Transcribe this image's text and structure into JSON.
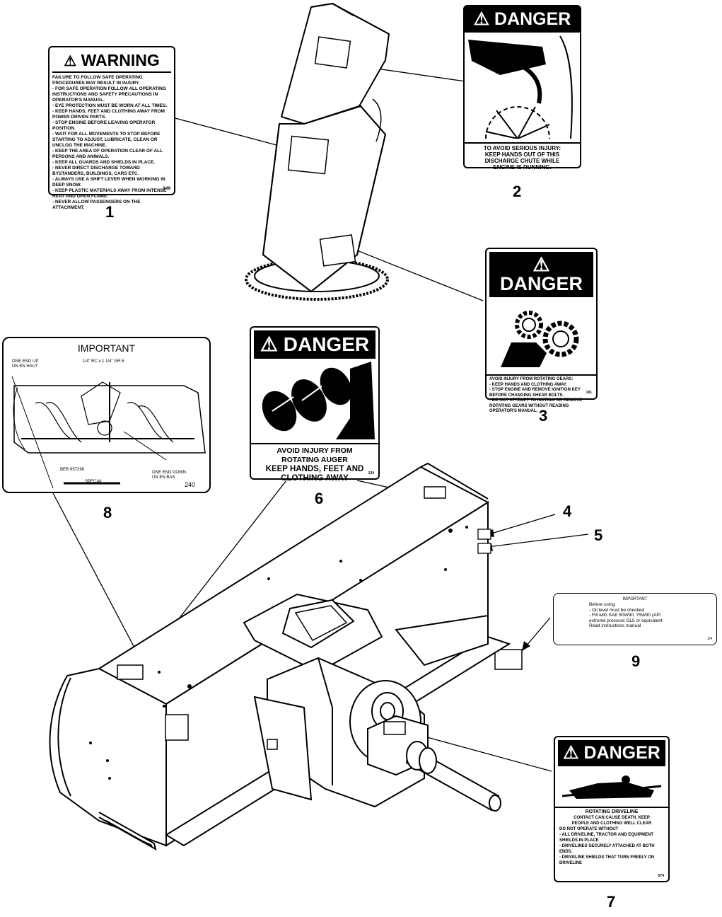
{
  "callouts": [
    "1",
    "2",
    "3",
    "4",
    "5",
    "6",
    "7",
    "8",
    "9"
  ],
  "decal1": {
    "header": "WARNING",
    "lines": [
      "FAILURE TO FOLLOW SAFE OPERATING PROCEDURES MAY RESULT IN INJURY.",
      "- FOR SAFE OPERATION FOLLOW ALL OPERATING INSTRUCTIONS AND SAFETY PRECAUTIONS IN OPERATOR'S MANUAL.",
      "- EYE PROTECTION MUST BE WORN AT ALL TIMES.",
      "- KEEP HANDS, FEET AND CLOTHING AWAY FROM POWER DRIVEN PARTS.",
      "- STOP ENGINE BEFORE LEAVING OPERATOR POSITION.",
      "- WAIT FOR ALL MOVEMENTS TO STOP BEFORE STARTING TO ADJUST, LUBRICATE, CLEAN OR UNCLOG THE MACHINE.",
      "- KEEP THE AREA OF OPERATION CLEAR OF ALL PERSONS AND ANIMALS.",
      "- KEEP ALL GUARDS AND SHIELDS IN PLACE.",
      "- NEVER DIRECT DISCHARGE TOWARD BYSTANDERS, BUILDINGS, CARS ETC.",
      "- ALWAYS USE A SHIFT LEVER WHEN WORKING IN DEEP SNOW.",
      "- KEEP PLASTIC MATERIALS AWAY FROM INTENSE HEAT AND OPEN FLAME.",
      "- NEVER ALLOW PASSENGERS ON THE ATTACHMENT."
    ],
    "code": "349"
  },
  "decal2": {
    "header": "DANGER",
    "lines": [
      "TO AVOID SERIOUS INJURY:",
      "KEEP HANDS OUT OF THIS",
      "DISCHARGE CHUTE WHILE",
      "ENGINE IS RUNNING."
    ]
  },
  "decal3": {
    "header": "DANGER",
    "lines": [
      "AVOID INJURY FROM ROTATING GEARS:",
      "- KEEP HANDS AND CLOTHING AWAY.",
      "- STOP ENGINE AND REMOVE IGNITION KEY BEFORE CHANGING SHEAR BOLTS.",
      "- DO NOT ATTEMPT TO INSTALL OR REMOVE ROTATING GEARS WITHOUT READING OPERATOR'S MANUAL."
    ],
    "code": "191"
  },
  "decal6": {
    "header": "DANGER",
    "lines": [
      "AVOID INJURY FROM",
      "ROTATING AUGER",
      "KEEP HANDS, FEET AND",
      "CLOTHING AWAY"
    ],
    "code": "134"
  },
  "decal7": {
    "header": "DANGER",
    "lines": [
      "ROTATING DRIVELINE",
      "CONTACT CAN CAUSE DEATH. KEEP",
      "PEOPLE AND CLOTHING WELL CLEAR",
      "DO NOT OPERATE WITHOUT",
      "- ALL DRIVELINE, TRACTOR AND EQUIPMENT SHIELDS IN PLACE",
      "- DRIVELINES SECURELY ATTACHED AT BOTH ENDS.",
      "- DRIVELINE SHIELDS THAT TURN FREELY ON DRIVELINE"
    ],
    "code": "574"
  },
  "decal8": {
    "title": "IMPORTANT",
    "end_up": "ONE END UP",
    "end_up_fr": "UN EN HAUT",
    "bolt": "1/4\" RC x 1 1/4\" GR.5",
    "part": "BER 657296",
    "special": "SPECIAL",
    "end_down": "ONE END DOWN",
    "end_down_fr": "UN EN BAS",
    "code": "240"
  },
  "decal9": {
    "title": "IMPORTANT",
    "lines": [
      "Before using",
      "- Oil level must be checked",
      "- Fill with SAE 80W90, 75W90 (API",
      "  extreme pressure GL5 or equivalent",
      "Read instructions manual"
    ],
    "code": "1/4"
  },
  "colors": {
    "ink": "#000000",
    "paper": "#ffffff",
    "shade": "#d9d9d9"
  }
}
